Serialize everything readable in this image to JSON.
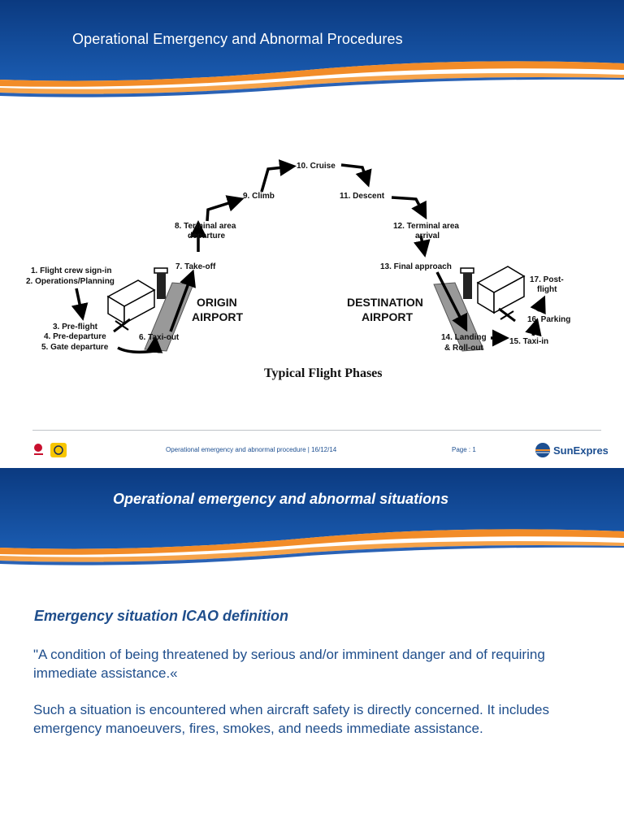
{
  "slide1": {
    "title": "Operational Emergency and Abnormal Procedures",
    "diagram": {
      "caption": "Typical Flight Phases",
      "origin_line1": "ORIGIN",
      "origin_line2": "AIRPORT",
      "dest_line1": "DESTINATION",
      "dest_line2": "AIRPORT",
      "phases": {
        "p1": "1. Flight crew sign-in",
        "p2": "2. Operations/Planning",
        "p3": "3. Pre-flight",
        "p4": "4. Pre-departure",
        "p5": "5. Gate departure",
        "p6": "6. Taxi-out",
        "p7": "7. Take-off",
        "p8a": "8. Terminal area",
        "p8b": "departure",
        "p9": "9. Climb",
        "p10": "10. Cruise",
        "p11": "11. Descent",
        "p12a": "12. Terminal area",
        "p12b": "arrival",
        "p13": "13. Final approach",
        "p14a": "14. Landing",
        "p14b": "& Roll-out",
        "p15": "15. Taxi-in",
        "p16": "16. Parking",
        "p17a": "17. Post-",
        "p17b": "flight"
      }
    },
    "footer": {
      "text": "Operational emergency and abnormal procedure |  16/12/14",
      "page": "Page : 1",
      "brand": "SunExpress"
    }
  },
  "slide2": {
    "title": "Operational emergency and abnormal situations",
    "heading": "Emergency situation ICAO definition",
    "quote": "\"A condition of being threatened by serious and/or imminent danger and of requiring immediate assistance.«",
    "body": "Such a situation is encountered when aircraft safety is directly concerned. It includes emergency manoeuvers, fires, smokes, and needs immediate assistance."
  },
  "colors": {
    "banner_blue": "#0d3f85",
    "accent_orange": "#f28c28",
    "text_blue": "#1f4e8c"
  }
}
